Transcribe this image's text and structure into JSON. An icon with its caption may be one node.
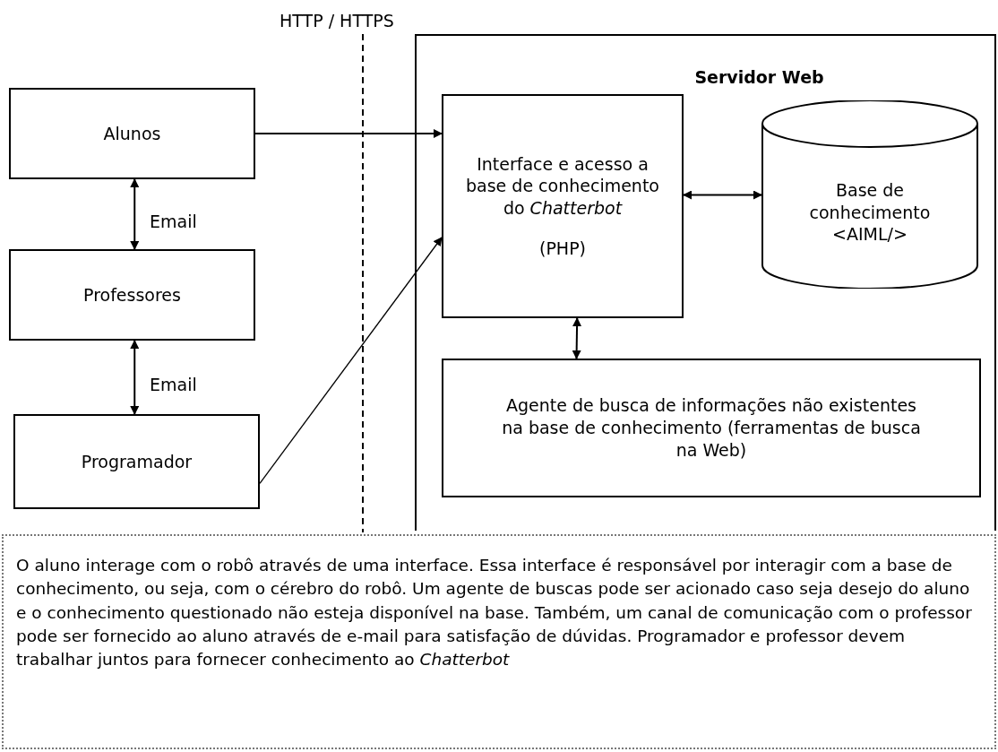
{
  "diagram": {
    "nodes": [
      {
        "text": [
          "Servidor Web"
        ]
      },
      {
        "text": [
          "Alunos"
        ]
      },
      {
        "text": [
          "Professores"
        ]
      },
      {
        "text": [
          "Programador"
        ]
      },
      {
        "text": [
          "Interface e acesso a base de conhecimento do *Chatterbot*",
          "(PHP)"
        ],
        "in": 0
      },
      {
        "text": [
          "Base de conhecimento <AIML/>"
        ],
        "in": 0
      },
      {
        "text": [
          "Agente de busca de informações não existentes na base de conhecimento (ferramentas de busca na Web)"
        ],
        "in": 0
      },
      {
        "text": [
          "O aluno interage com o robô através de uma interface.  Essa interface é responsável por interagir com a base de conhecimento, ou seja, com o cérebro do robô. Um agente de buscas pode ser acionado caso seja desejo do aluno e o conhecimento questionado não esteja disponível na base. Também, um canal de comunicação com o professor pode ser fornecido ao aluno através de e-mail para satisfação de dúvidas. Programador e professor devem trabalhar juntos para fornecer conhecimento ao *Chatterbot*"
        ]
      }
    ],
    "edges": [
      {
        "from": 1,
        "to": 4,
        "arrow": "to"
      },
      {
        "from": 1,
        "to": 2,
        "arrow": "both",
        "label": "Email"
      },
      {
        "from": 2,
        "to": 3,
        "arrow": "both",
        "label": "Email"
      },
      {
        "from": 3,
        "to": 4,
        "arrow": "to"
      },
      {
        "from": 4,
        "to": 5,
        "arrow": "both"
      },
      {
        "from": 4,
        "to": 6,
        "arrow": "both"
      }
    ],
    "labels": [
      "HTTP / HTTPS"
    ]
  }
}
